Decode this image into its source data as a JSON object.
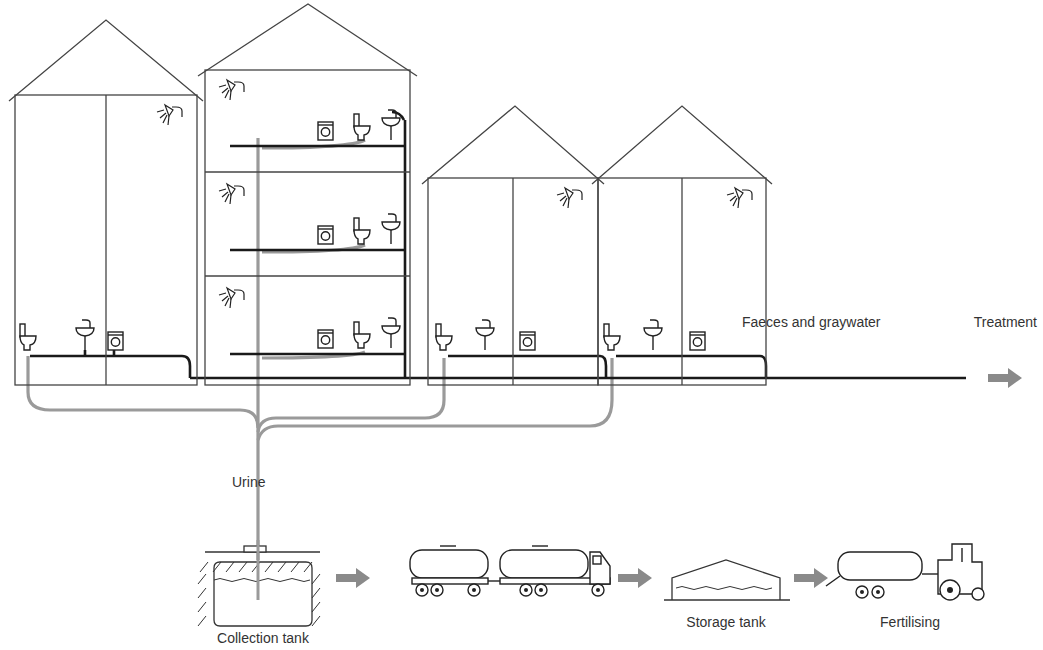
{
  "diagram": {
    "labels": [
      "Faeces and graywater",
      "Treatment",
      "Urine",
      "Collection tank",
      "Storage tank",
      "Fertilising"
    ]
  }
}
